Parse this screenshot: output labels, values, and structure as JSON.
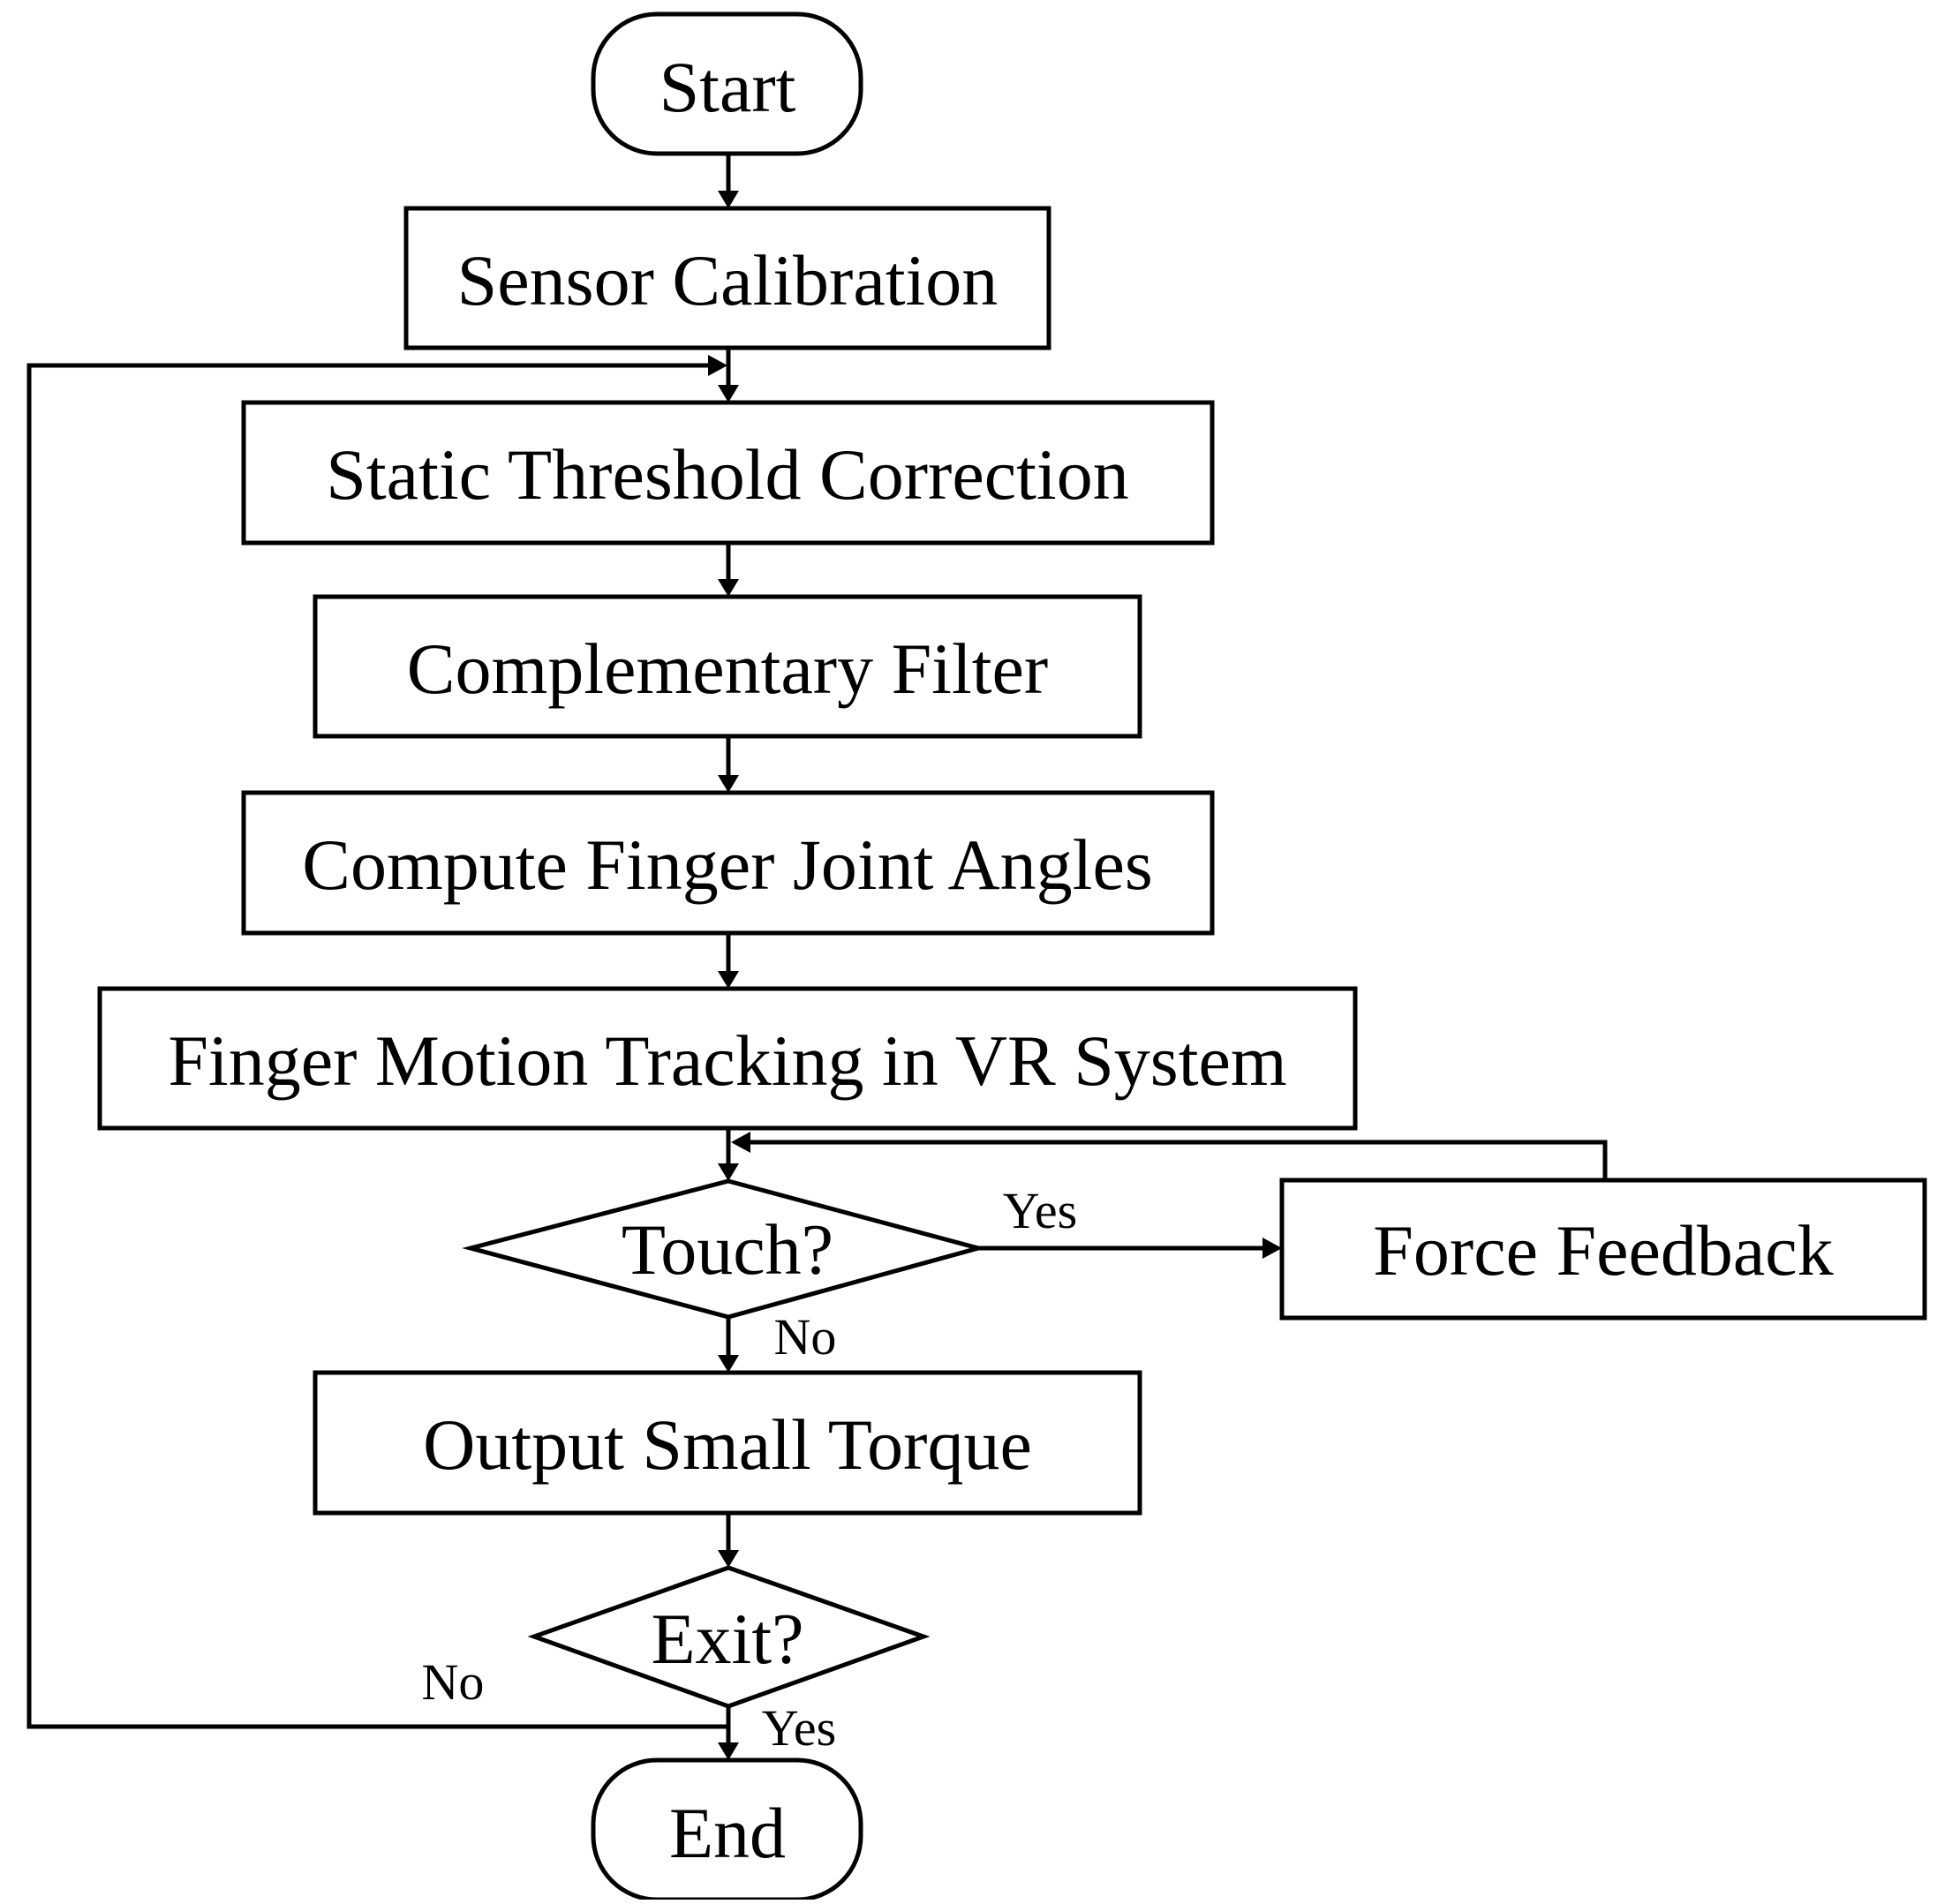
{
  "nodes": {
    "start": "Start",
    "sensor_calibration": "Sensor Calibration",
    "static_threshold": "Static Threshold Correction",
    "complementary_filter": "Complementary Filter",
    "compute_angles": "Compute Finger Joint Angles",
    "motion_tracking": "Finger Motion Tracking in VR System",
    "touch": "Touch?",
    "force_feedback": "Force Feedback",
    "output_torque": "Output Small Torque",
    "exit": "Exit?",
    "end": "End"
  },
  "edge_labels": {
    "touch_yes": "Yes",
    "touch_no": "No",
    "exit_no": "No",
    "exit_yes": "Yes"
  }
}
